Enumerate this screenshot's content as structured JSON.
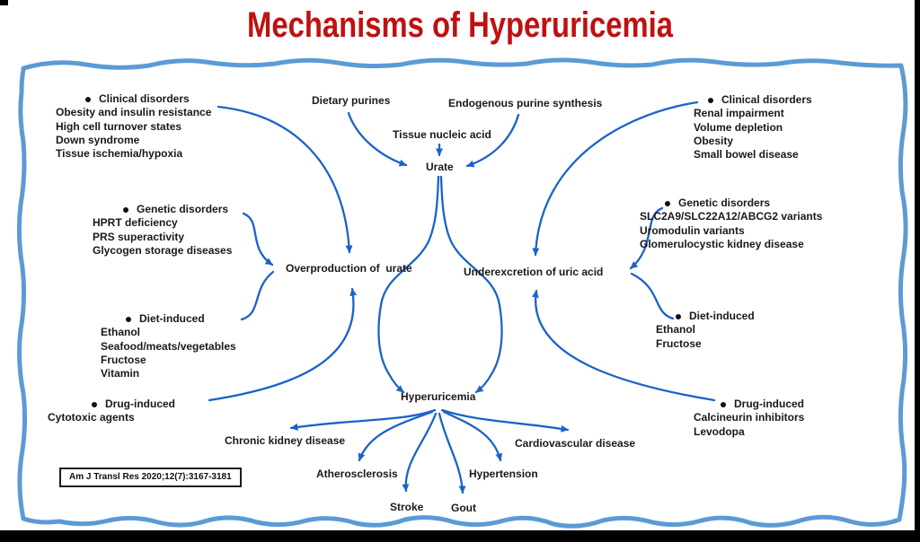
{
  "title": "Mechanisms of Hyperuricemia",
  "citation": "Am J Transl Res 2020;12(7):3167-3181",
  "nodes": {
    "dietary_purines": "Dietary purines",
    "endogenous_purine_synthesis": "Endogenous purine synthesis",
    "tissue_nucleic_acid": "Tissue nucleic acid",
    "urate": "Urate",
    "overproduction": "Overproduction of  urate",
    "underexcretion": "Underexcretion of uric acid",
    "hyperuricemia": "Hyperuricemia"
  },
  "outcomes": {
    "chronic_kidney_disease": "Chronic kidney disease",
    "atherosclerosis": "Atherosclerosis",
    "stroke": "Stroke",
    "gout": "Gout",
    "hypertension": "Hypertension",
    "cardiovascular_disease": "Cardiovascular disease"
  },
  "left_causes": [
    {
      "title": "Clinical disorders",
      "items": [
        "Obesity and insulin resistance",
        "High cell turnover states",
        "Down syndrome",
        "Tissue ischemia/hypoxia"
      ]
    },
    {
      "title": "Genetic disorders",
      "items": [
        "HPRT deficiency",
        "PRS superactivity",
        "Glycogen storage diseases"
      ]
    },
    {
      "title": "Diet-induced",
      "items": [
        "Ethanol",
        "Seafood/meats/vegetables",
        "Fructose",
        "Vitamin"
      ]
    },
    {
      "title": "Drug-induced",
      "items": [
        "Cytotoxic agents"
      ]
    }
  ],
  "right_causes": [
    {
      "title": "Clinical disorders",
      "items": [
        "Renal impairment",
        "Volume depletion",
        "Obesity",
        "Small bowel disease"
      ]
    },
    {
      "title": "Genetic disorders",
      "items": [
        "SLC2A9/SLC22A12/ABCG2 variants",
        "Uromodulin variants",
        "Glomerulocystic kidney disease"
      ]
    },
    {
      "title": "Diet-induced",
      "items": [
        "Ethanol",
        "Fructose"
      ]
    },
    {
      "title": "Drug-induced",
      "items": [
        "Calcineurin inhibitors",
        "Levodopa"
      ]
    }
  ],
  "colors": {
    "title_red": "#c01010",
    "arrow_blue": "#1b63c8",
    "border_blue": "#5b9bd5",
    "text": "#191919"
  }
}
